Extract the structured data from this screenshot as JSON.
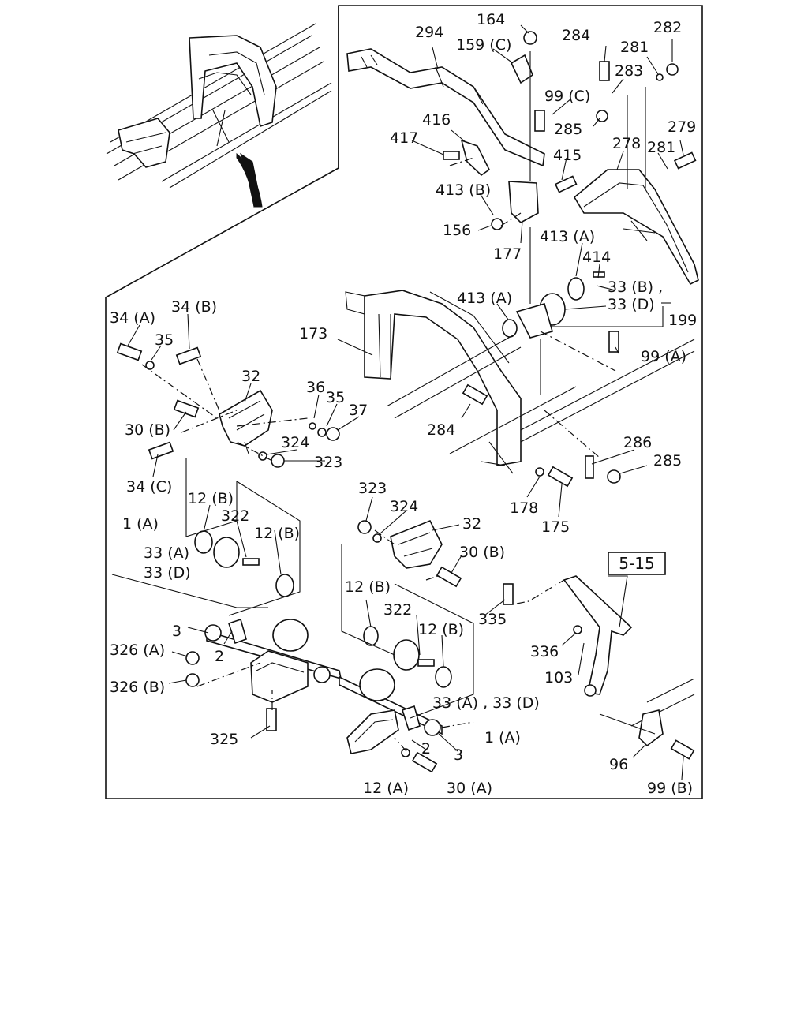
{
  "callouts": [
    "164",
    "159 (C)",
    "294",
    "284",
    "282",
    "281",
    "283",
    "99 (C)",
    "285",
    "279",
    "278",
    "281",
    "415",
    "416",
    "417",
    "413 (B)",
    "156",
    "177",
    "413 (A)",
    "414",
    "33 (B) ,",
    "33 (D)",
    "199",
    "413 (A)",
    "34 (A)",
    "34 (B)",
    "35",
    "173",
    "99 (A)",
    "32",
    "36",
    "35",
    "37",
    "284",
    "30 (B)",
    "324",
    "323",
    "286",
    "285",
    "34 (C)",
    "178",
    "175",
    "12 (B)",
    "322",
    "323",
    "324",
    "32",
    "1 (A)",
    "33 (A)",
    "33 (D)",
    "12 (B)",
    "30 (B)",
    "5-15",
    "12 (B)",
    "322",
    "12 (B)",
    "335",
    "3",
    "326 (A)",
    "2",
    "336",
    "103",
    "326 (B)",
    "33 (A) , 33 (D)",
    "1 (A)",
    "325",
    "2",
    "3",
    "96",
    "12 (A)",
    "30 (A)",
    "99 (B)"
  ],
  "reference_box": "5-15"
}
